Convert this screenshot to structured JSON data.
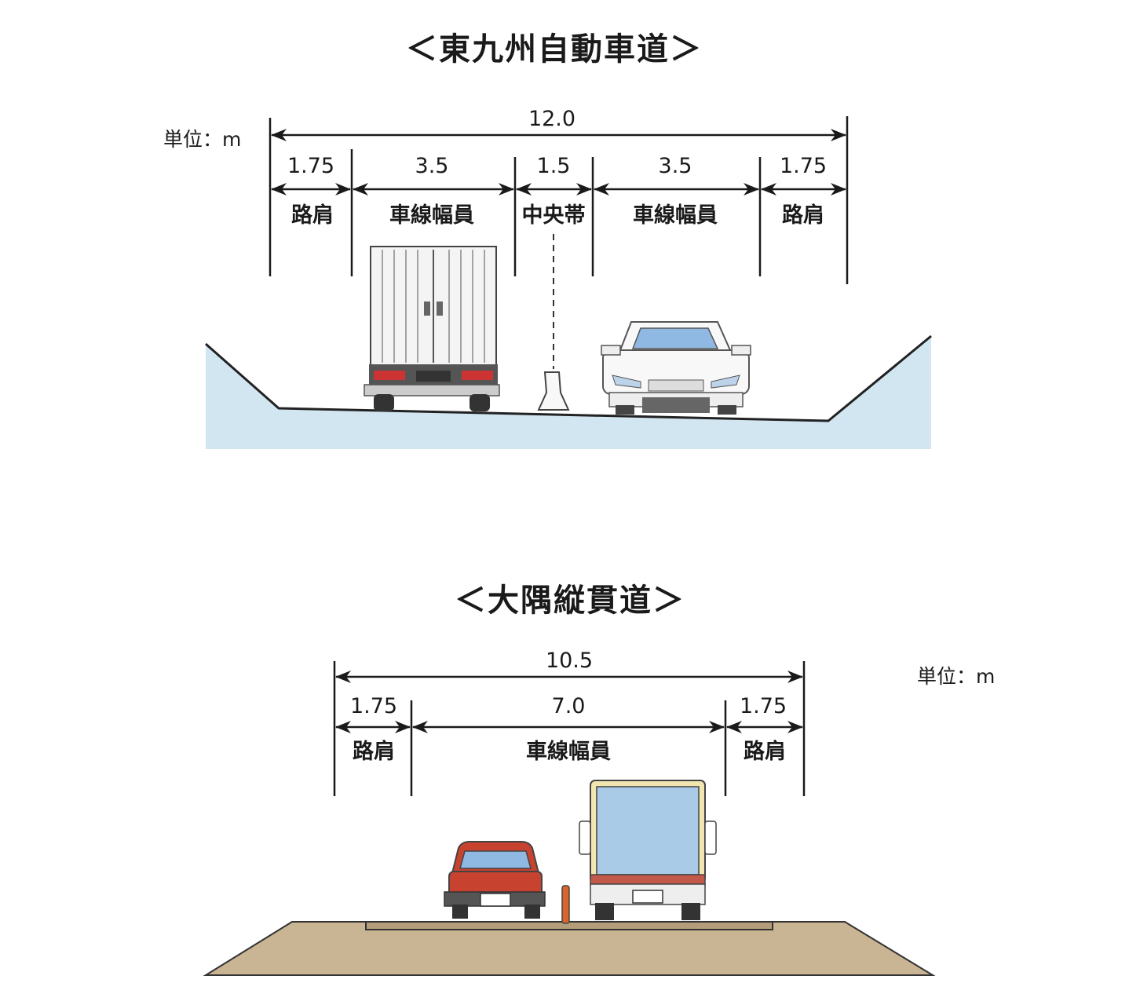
{
  "top_section": {
    "title": "＜東九州自動車道＞",
    "unit": "単位：m",
    "total_width": "12.0",
    "segments": [
      {
        "width": "1.75",
        "label": "路肩"
      },
      {
        "width": "3.5",
        "label": "車線幅員"
      },
      {
        "width": "1.5",
        "label": "中央帯"
      },
      {
        "width": "3.5",
        "label": "車線幅員"
      },
      {
        "width": "1.75",
        "label": "路肩"
      }
    ]
  },
  "bottom_section": {
    "title": "＜大隅縦貫道＞",
    "unit": "単位：m",
    "total_width": "10.5",
    "segments": [
      {
        "width": "1.75",
        "label": "路肩"
      },
      {
        "width": "7.0",
        "label": "車線幅員"
      },
      {
        "width": "1.75",
        "label": "路肩"
      }
    ]
  },
  "colors": {
    "ground_top": "#d2e6f2",
    "ground_bottom": "#c9b493",
    "car_red": "#c8432f",
    "bus_body": "#f2e6b0",
    "bus_window": "#a9cbe8",
    "car_window": "#8fb9e2"
  }
}
